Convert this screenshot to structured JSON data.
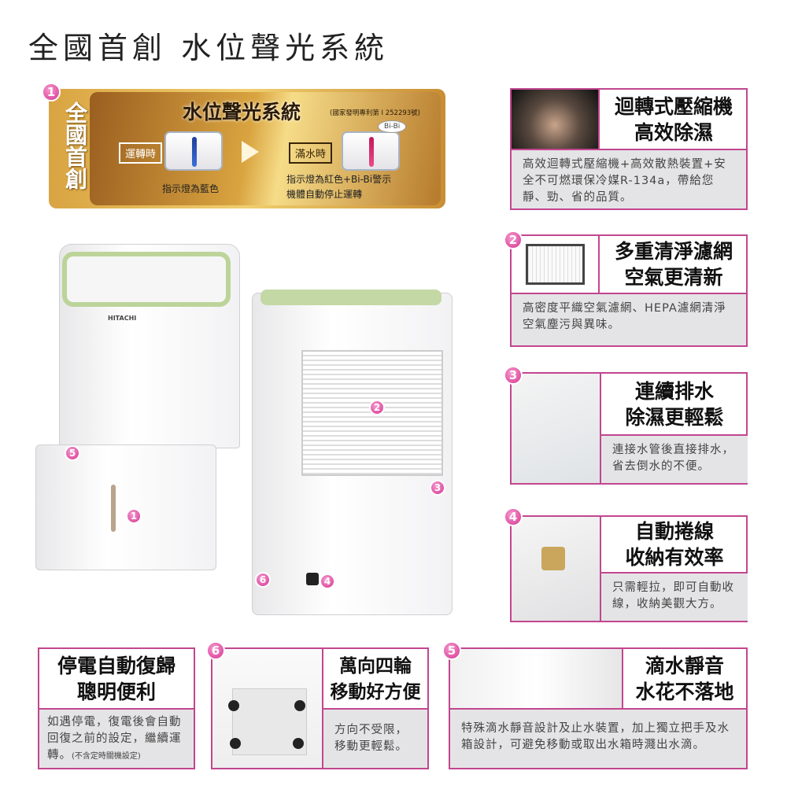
{
  "headline": "全國首創 水位聲光系統",
  "feature1": {
    "badge": "1",
    "vertical": "全國首創",
    "title": "水位聲光系統",
    "patent": "(國家發明專利第 I 252293號)",
    "running_tag": "運轉時",
    "full_tag": "滿水時",
    "bubble": "Bi-Bi",
    "running_desc": "指示燈為藍色",
    "full_desc_1": "指示燈為紅色+Bi-Bi警示",
    "full_desc_2": "機體自動停止運轉",
    "blue": "#1d3f9a",
    "red": "#c2185b"
  },
  "panels": [
    {
      "title_1": "迴轉式壓縮機",
      "title_2": "高效除濕",
      "desc": "高效迴轉式壓縮機+高效散熱裝置+安全不可燃環保冷媒R-134a，帶給您靜、勁、省的品質。"
    },
    {
      "badge": "2",
      "title_1": "多重清淨濾網",
      "title_2": "空氣更清新",
      "desc": "高密度平織空氣濾網、HEPA濾網清淨空氣塵污與異味。"
    },
    {
      "badge": "3",
      "title_1": "連續排水",
      "title_2": "除濕更輕鬆",
      "desc": "連接水管後直接排水，省去倒水的不便。"
    },
    {
      "badge": "4",
      "title_1": "自動捲線",
      "title_2": "收納有效率",
      "desc": "只需輕拉，即可自動收線，收納美觀大方。"
    },
    {
      "title_1": "停電自動復歸",
      "title_2": "聰明便利",
      "desc": "如遇停電，復電後會自動回復之前的設定，繼續運轉。",
      "note": "(不含定時關機設定)"
    },
    {
      "badge": "6",
      "title_1": "萬向四輪",
      "title_2": "移動好方便",
      "desc": "方向不受限，移動更輕鬆。"
    },
    {
      "badge": "5",
      "title_1": "滴水靜音",
      "title_2": "水花不落地",
      "desc": "特殊滴水靜音設計及止水裝置，加上獨立把手及水箱設計，可避免移動或取出水箱時濺出水滴。"
    }
  ],
  "product": {
    "brand": "HITACHI",
    "markers": [
      "5",
      "1",
      "2",
      "3",
      "6",
      "4"
    ]
  },
  "accent": "#c2468f"
}
